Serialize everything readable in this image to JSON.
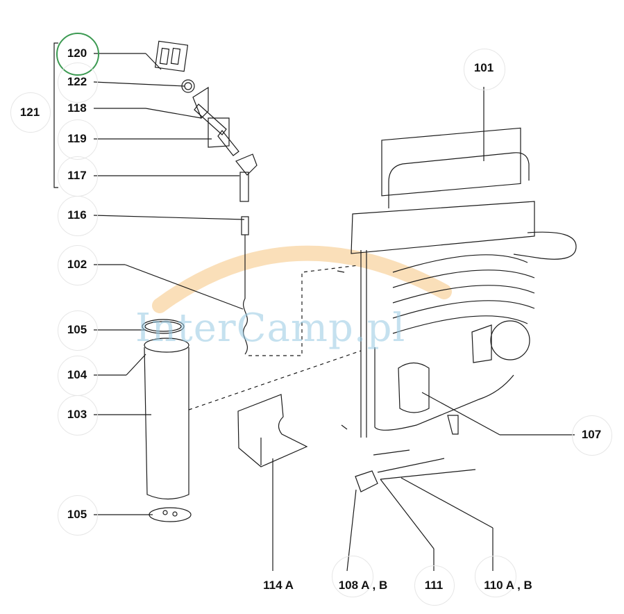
{
  "callouts": {
    "c120": "120",
    "c122": "122",
    "c118": "118",
    "c121": "121",
    "c119": "119",
    "c117": "117",
    "c116": "116",
    "c102": "102",
    "c105a": "105",
    "c104": "104",
    "c103": "103",
    "c105b": "105",
    "c101": "101",
    "c107": "107",
    "c114a": "114 A",
    "c108": "108 A , B",
    "c111": "111",
    "c110": "110 A , B"
  },
  "watermark": "InterCamp.pl",
  "colors": {
    "line": "#1a1a1a",
    "highlight": "#3c9a52",
    "watermark_arc": "#f6c98a",
    "watermark_text": "#9cc8e0"
  }
}
